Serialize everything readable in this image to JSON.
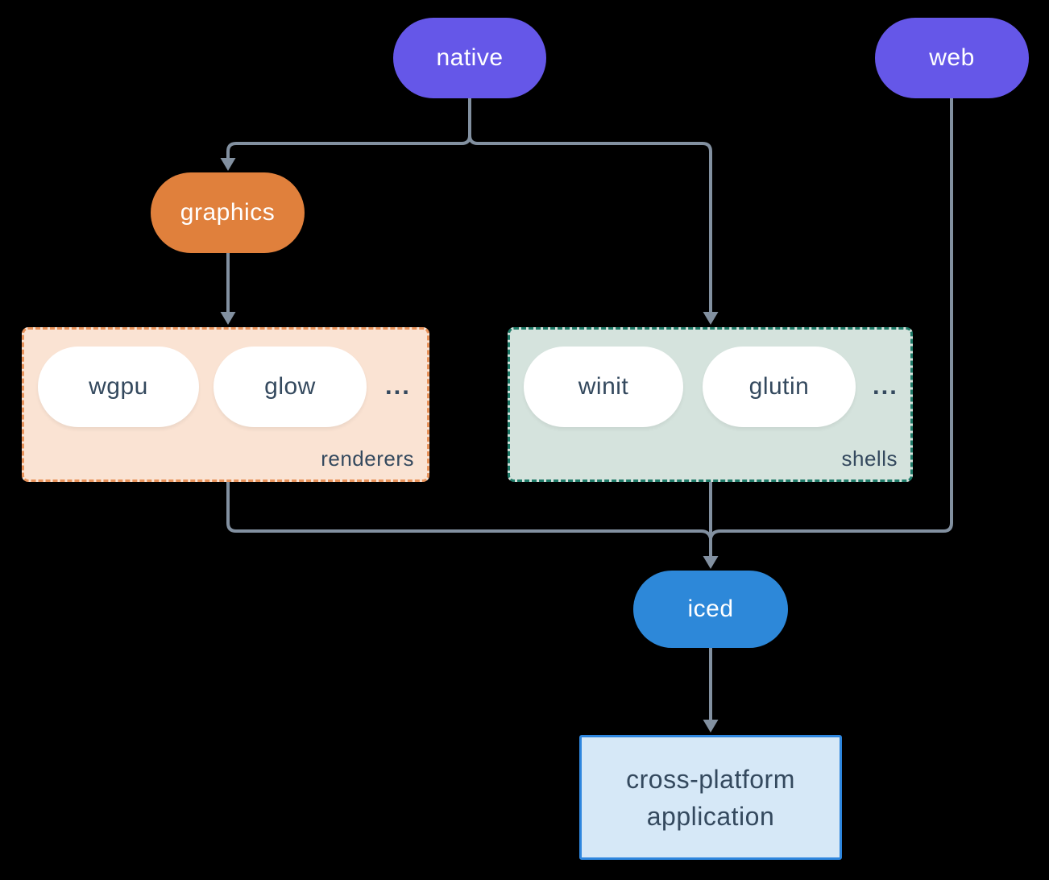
{
  "nodes": {
    "native": {
      "label": "native",
      "color": "#6557e8",
      "text_color": "#ffffff"
    },
    "web": {
      "label": "web",
      "color": "#6557e8",
      "text_color": "#ffffff"
    },
    "graphics": {
      "label": "graphics",
      "color": "#e0803c",
      "text_color": "#ffffff"
    },
    "iced": {
      "label": "iced",
      "color": "#2d88d9",
      "text_color": "#ffffff"
    },
    "application": {
      "label": "cross-platform application",
      "line1": "cross-platform",
      "line2": "application",
      "background": "#d6e8f7",
      "border_color": "#2e86de",
      "text_color": "#34495e"
    }
  },
  "groups": {
    "renderers": {
      "label": "renderers",
      "background": "#fae3d3",
      "border_color": "#e8935b",
      "items": [
        "wgpu",
        "glow"
      ],
      "ellipsis": "...",
      "item_text_color": "#34495e"
    },
    "shells": {
      "label": "shells",
      "background": "#d5e3dd",
      "border_color": "#1f7a68",
      "items": [
        "winit",
        "glutin"
      ],
      "ellipsis": "...",
      "item_text_color": "#34495e"
    }
  },
  "edges": [
    {
      "from": "native",
      "to": "graphics"
    },
    {
      "from": "native",
      "to": "shells"
    },
    {
      "from": "graphics",
      "to": "renderers"
    },
    {
      "from": "renderers",
      "to": "iced"
    },
    {
      "from": "shells",
      "to": "iced"
    },
    {
      "from": "web",
      "to": "iced"
    },
    {
      "from": "iced",
      "to": "application"
    }
  ],
  "colors": {
    "background": "#000000",
    "connector": "#8290a0"
  }
}
